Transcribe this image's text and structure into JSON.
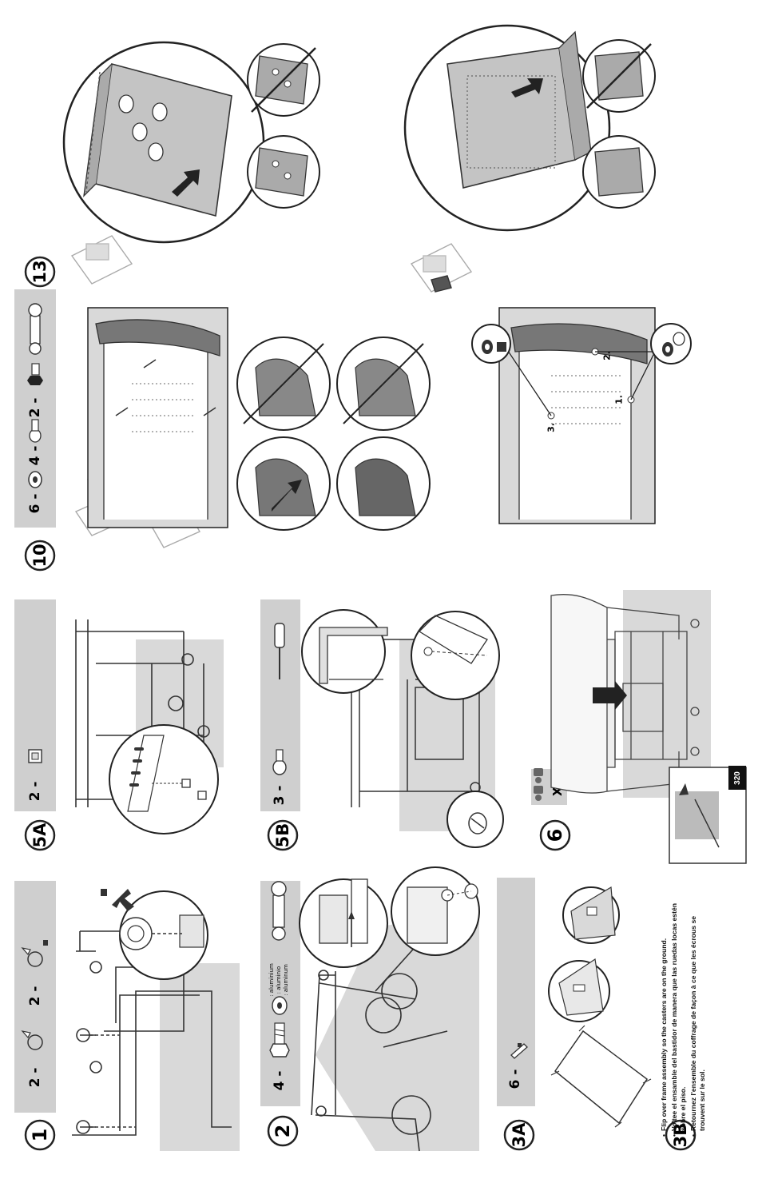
{
  "steps": {
    "s1": {
      "number": "1",
      "qty_a": "2 -",
      "qty_b": "2 -"
    },
    "s2": {
      "number": "2",
      "qty_bolt": "4 -",
      "materials": [
        ": aluminium",
        ": aluminio",
        ": aluminum"
      ]
    },
    "s3a": {
      "number": "3A",
      "qty": "6 -"
    },
    "s3b": {
      "number": "3B",
      "notes": [
        "Flip over frame assembly so the casters are on the ground.",
        "Voltee el ensamble del bastidor de manera que las ruedas locas estén sobre el piso.",
        "Retournez l'ensemble du coffrage de façon à ce que les écrous se trouvent sur le sol."
      ]
    },
    "s5a": {
      "number": "5A",
      "qty": "2 -"
    },
    "s5b": {
      "number": "5B",
      "qty": "3 -"
    },
    "s6": {
      "number": "6",
      "people": "X2",
      "weight": "320"
    },
    "s10": {
      "number": "10",
      "qty_washer": "6 -",
      "qty_screw": "4 -",
      "qty_nut": "2 -",
      "callouts": [
        "1.",
        "2.",
        "3."
      ]
    },
    "s13": {
      "number": "13"
    }
  },
  "colors": {
    "panel_gray": "#d9d9d9",
    "bar_gray": "#cfcfcf",
    "line": "#333333",
    "accent_dark": "#555555"
  },
  "icons": [
    "caster-icon",
    "locking-caster-icon",
    "bolt-icon",
    "washer-icon",
    "wrench-icon",
    "clip-icon",
    "cage-nut-icon",
    "screw-icon",
    "screwdriver-icon",
    "nut-icon",
    "person-icon",
    "lift-arrow-icon"
  ]
}
